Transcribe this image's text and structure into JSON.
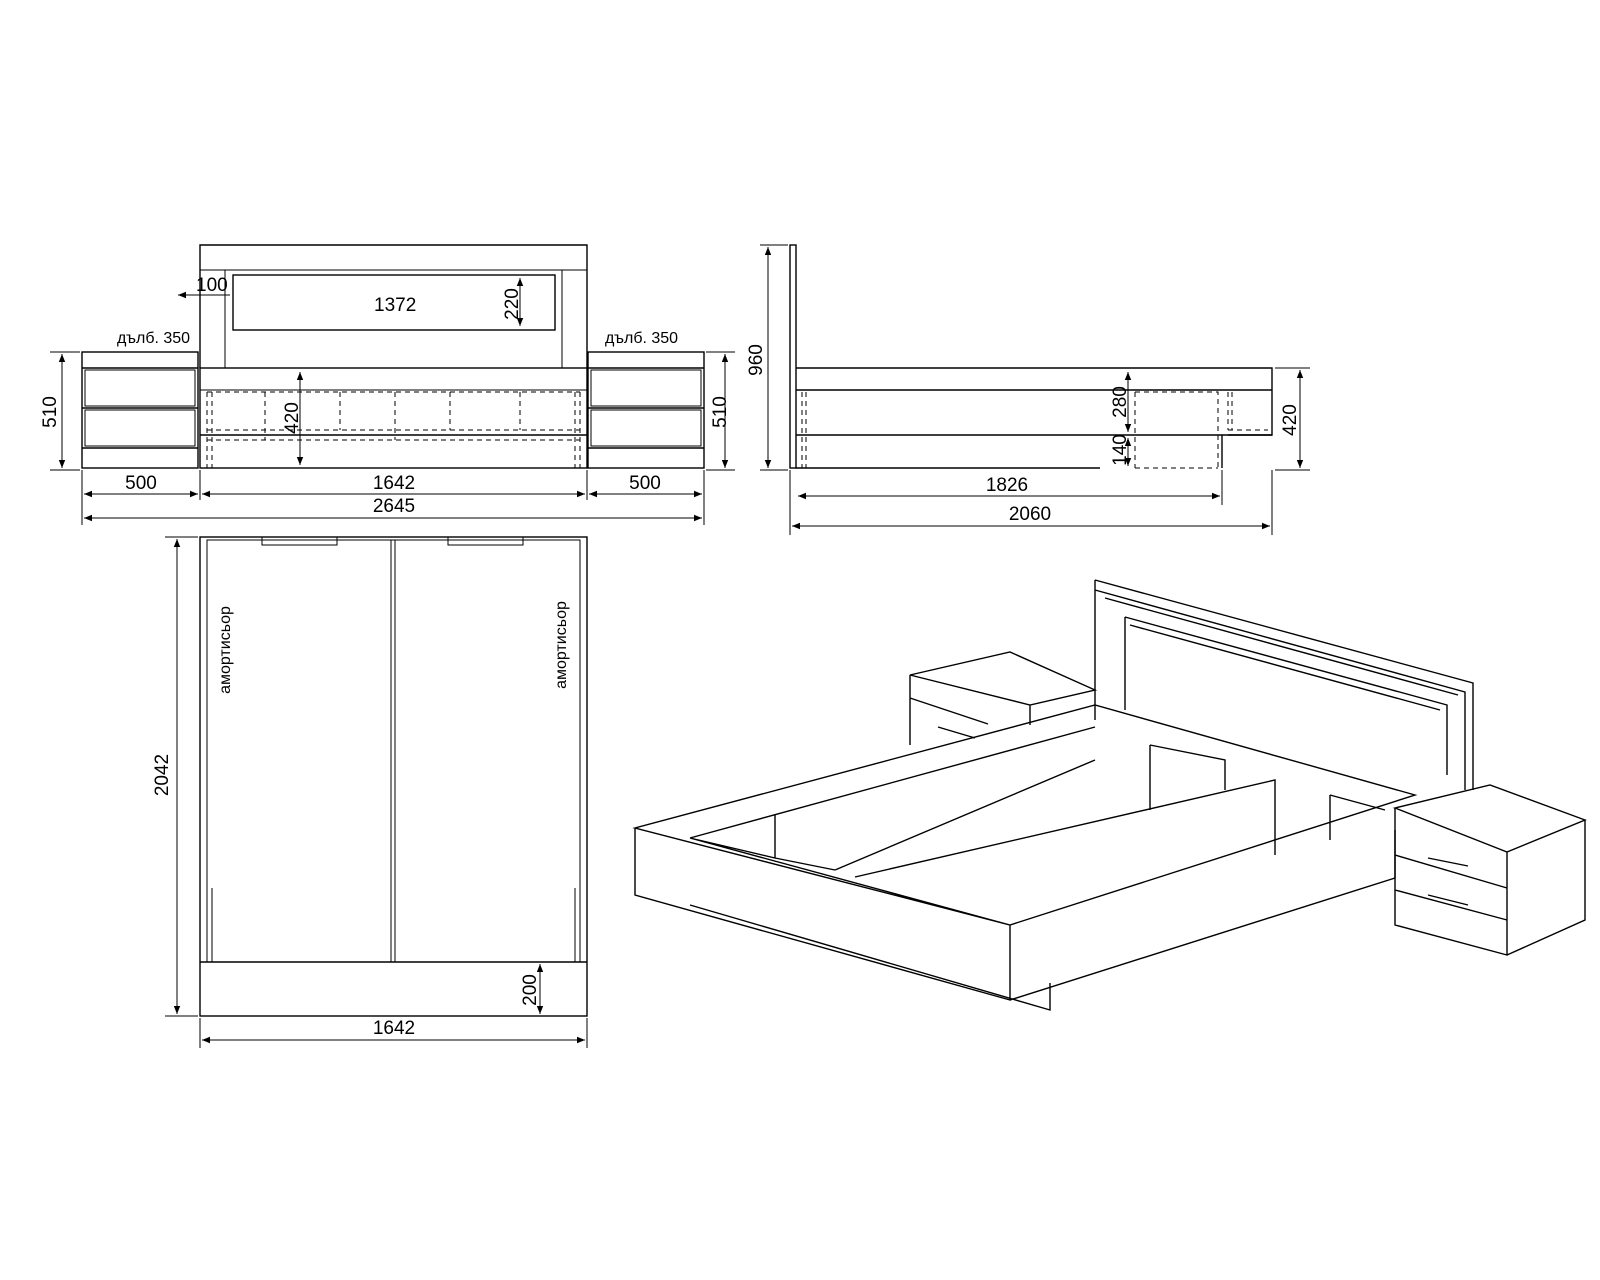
{
  "dimensions": {
    "headboard_offset": "100",
    "headboard_panel_width": "1372",
    "headboard_panel_height": "220",
    "nightstand_depth_left": "дълб. 350",
    "nightstand_depth_right": "дълб. 350",
    "nightstand_height_left": "510",
    "nightstand_height_right": "510",
    "frame_inner_height": "420",
    "nightstand_width_left": "500",
    "bed_width": "1642",
    "nightstand_width_right": "500",
    "overall_width": "2645",
    "headboard_height": "960",
    "side_upper_height": "280",
    "side_lower_height": "140",
    "foot_height": "420",
    "inner_length": "1826",
    "overall_length": "2060",
    "plan_length": "2042",
    "plan_foot_depth": "200",
    "plan_width": "1642"
  },
  "labels": {
    "shock_absorber_left": "амортисьор",
    "shock_absorber_right": "амортисьор"
  }
}
